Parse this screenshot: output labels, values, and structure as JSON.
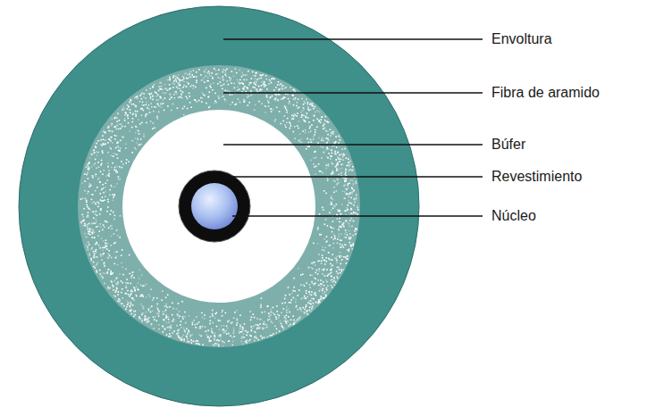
{
  "diagram": {
    "labels": [
      "Envoltura",
      "Fibra de aramido",
      "Búfer",
      "Revestimiento",
      "Núcleo"
    ]
  }
}
